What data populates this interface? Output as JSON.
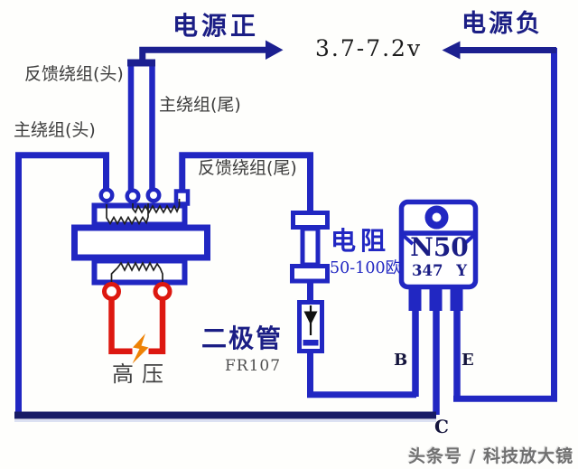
{
  "header": {
    "power_positive": "电源正",
    "power_negative": "电源负",
    "voltage_range": "3.7-7.2v"
  },
  "transformer": {
    "feedback_winding_head": "反馈绕组(头)",
    "main_winding_tail": "主绕组(尾)",
    "main_winding_head": "主绕组(头)",
    "feedback_winding_tail": "反馈绕组(尾)",
    "high_voltage": "高压"
  },
  "resistor": {
    "name": "电阻",
    "value": "50-100欧"
  },
  "diode": {
    "name": "二极管",
    "model": "FR107"
  },
  "transistor": {
    "marking_line1": "N50",
    "marking_line2": "347 Y",
    "pin_base": "B",
    "pin_emitter": "E",
    "pin_collector": "C"
  },
  "watermark": "头条号 / 科技放大镜",
  "icons": {
    "positive_arrow": "arrow-right",
    "negative_arrow": "arrow-left",
    "high_voltage_spark": "lightning-bolt"
  },
  "colors": {
    "wire_blue": "#2127c2",
    "arrow_navy": "#1c2090",
    "bottom_rail_navy": "#181b66",
    "coil_black": "#1f1f1f",
    "hv_red": "#dd1810",
    "spark_orange": "#ee8206",
    "label_gray": "#3d3d3d",
    "label_navy": "#1b1e85",
    "text_black": "#1c1c1c"
  }
}
